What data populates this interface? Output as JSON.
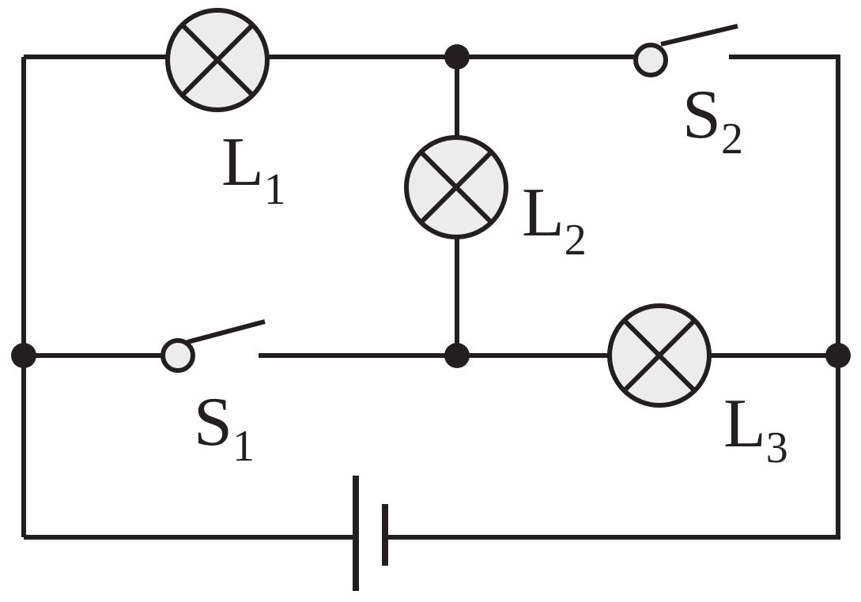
{
  "colors": {
    "ink": "#231f20",
    "lamp_fill": "#ececec",
    "background": "#ffffff"
  },
  "components": {
    "L1": {
      "letter": "L",
      "sub": "1"
    },
    "L2": {
      "letter": "L",
      "sub": "2"
    },
    "L3": {
      "letter": "L",
      "sub": "3"
    },
    "S1": {
      "letter": "S",
      "sub": "1"
    },
    "S2": {
      "letter": "S",
      "sub": "2"
    }
  }
}
